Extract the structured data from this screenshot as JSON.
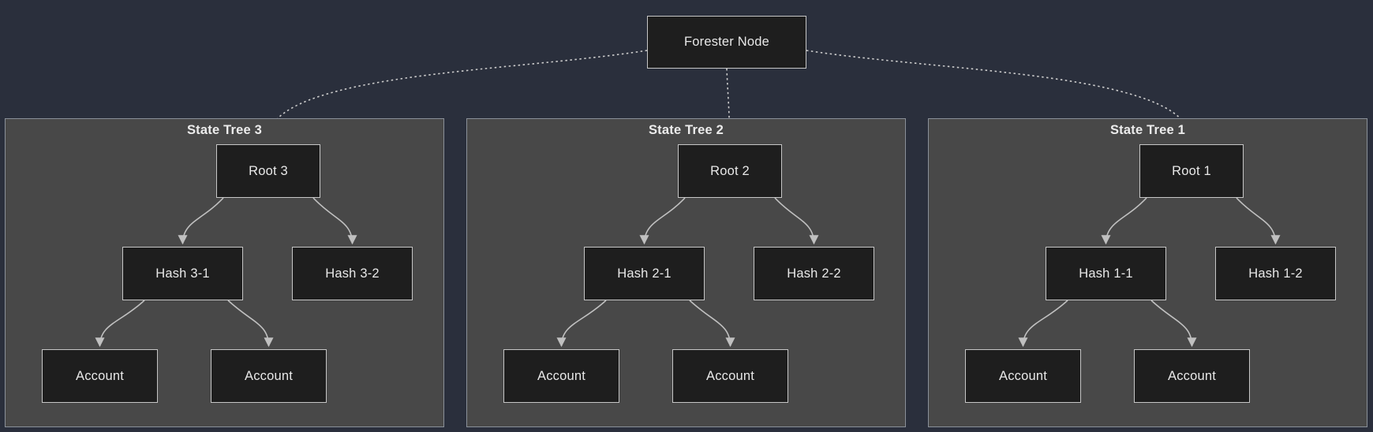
{
  "forester": {
    "label": "Forester Node"
  },
  "trees": [
    {
      "title": "State Tree 3",
      "nodes": {
        "root": "Root 3",
        "hash_left": "Hash 3-1",
        "hash_right": "Hash 3-2",
        "account_left": "Account",
        "account_right": "Account"
      }
    },
    {
      "title": "State Tree 2",
      "nodes": {
        "root": "Root 2",
        "hash_left": "Hash 2-1",
        "hash_right": "Hash 2-2",
        "account_left": "Account",
        "account_right": "Account"
      }
    },
    {
      "title": "State Tree 1",
      "nodes": {
        "root": "Root 1",
        "hash_left": "Hash 1-1",
        "hash_right": "Hash 1-2",
        "account_left": "Account",
        "account_right": "Account"
      }
    }
  ],
  "colors": {
    "background": "#2a2f3c",
    "panel_fill": "#484848",
    "panel_border": "#8a9099",
    "node_fill": "#1e1e1e",
    "node_border": "#c6c6c6",
    "text": "#e8e8e8",
    "edge": "#c0c0c0",
    "dotted_edge": "#cccccc"
  }
}
